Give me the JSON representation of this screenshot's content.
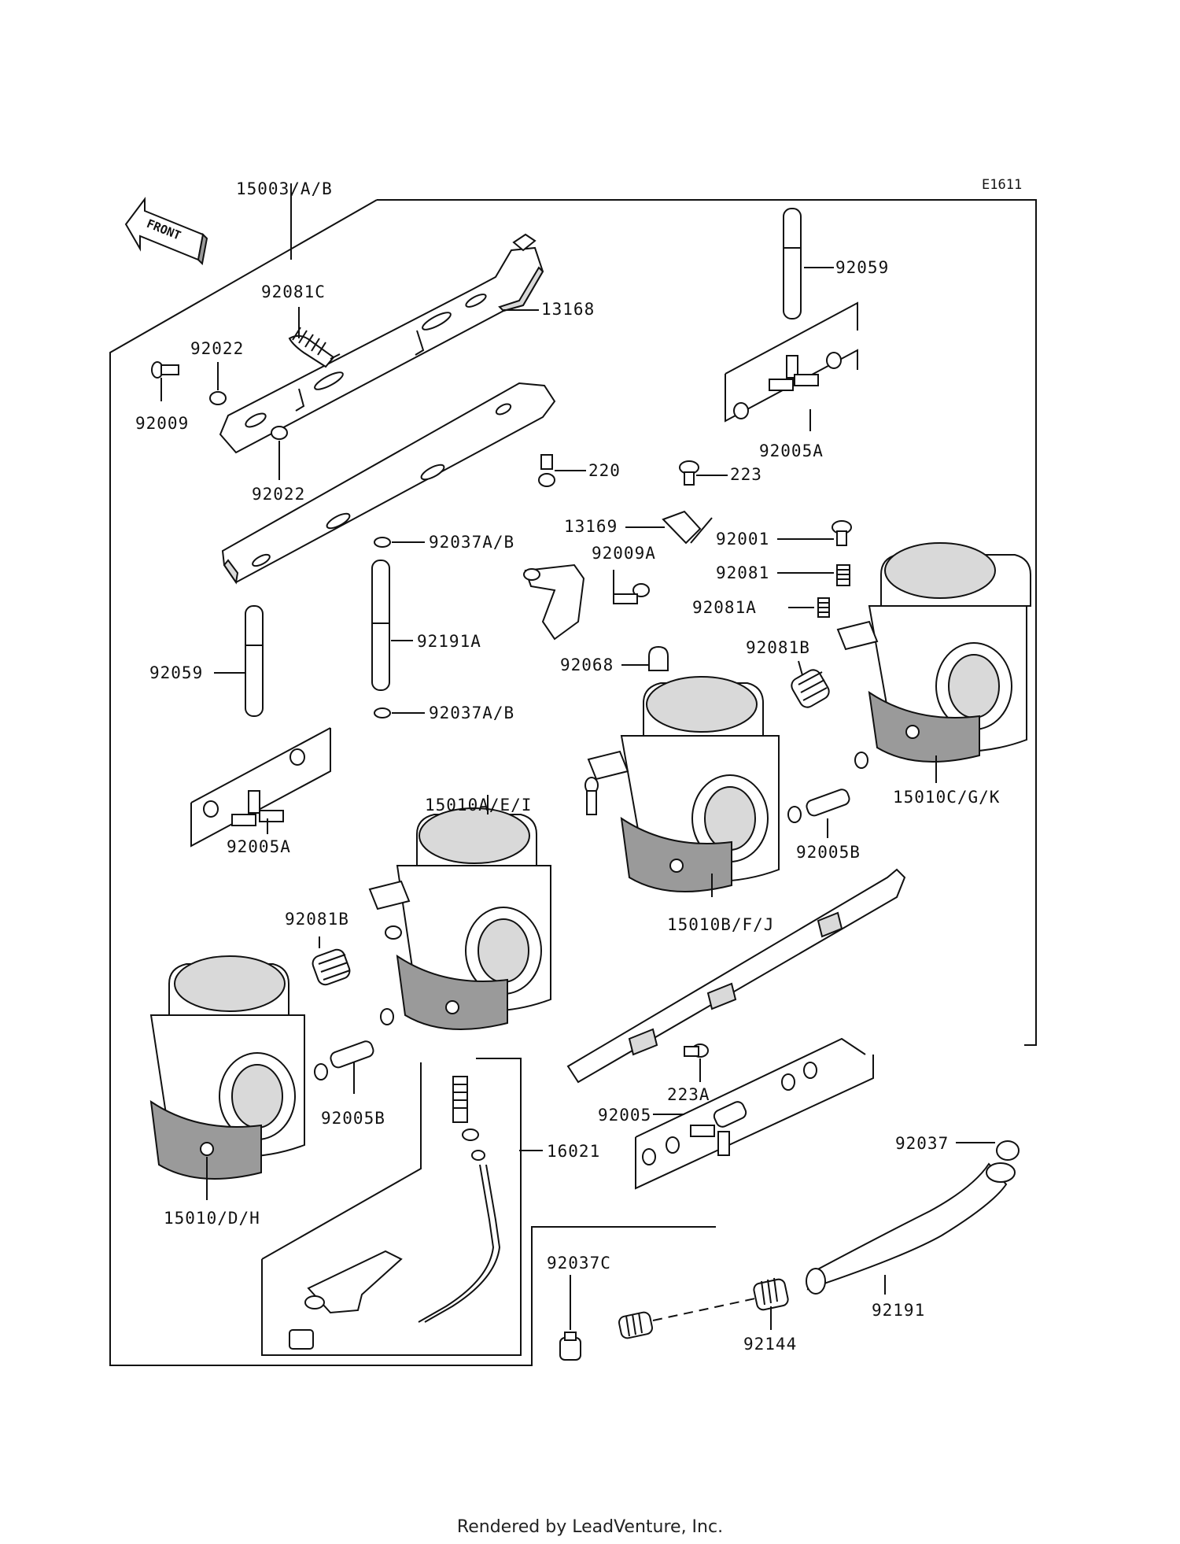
{
  "diagram": {
    "code": "E1611",
    "orientation_label": "FRONT",
    "labels": {
      "p15003": "15003/A/B",
      "p92081C": "92081C",
      "p13168": "13168",
      "p92022_top": "92022",
      "p92009": "92009",
      "p92022_bot": "92022",
      "p220": "220",
      "p92059_top": "92059",
      "p92005A_right": "92005A",
      "p223": "223",
      "p13169": "13169",
      "p92037AB_1": "92037A/B",
      "p92009A": "92009A",
      "p92001": "92001",
      "p92081": "92081",
      "p92081A": "92081A",
      "p92191A": "92191A",
      "p92059_left": "92059",
      "p92068": "92068",
      "p92081B_right": "92081B",
      "p92037AB_2": "92037A/B",
      "p15010AEI": "15010A/E/I",
      "p92005A_left": "92005A",
      "p15010CGK": "15010C/G/K",
      "p92005B_right": "92005B",
      "p92081B_left": "92081B",
      "p15010BFJ": "15010B/F/J",
      "p223A": "223A",
      "p92005B_left": "92005B",
      "p92005": "92005",
      "p16021": "16021",
      "p92037": "92037",
      "p15010DH": "15010/D/H",
      "p92037C": "92037C",
      "p92191": "92191",
      "p92144": "92144"
    }
  },
  "footer": {
    "text": "Rendered by LeadVenture, Inc."
  }
}
